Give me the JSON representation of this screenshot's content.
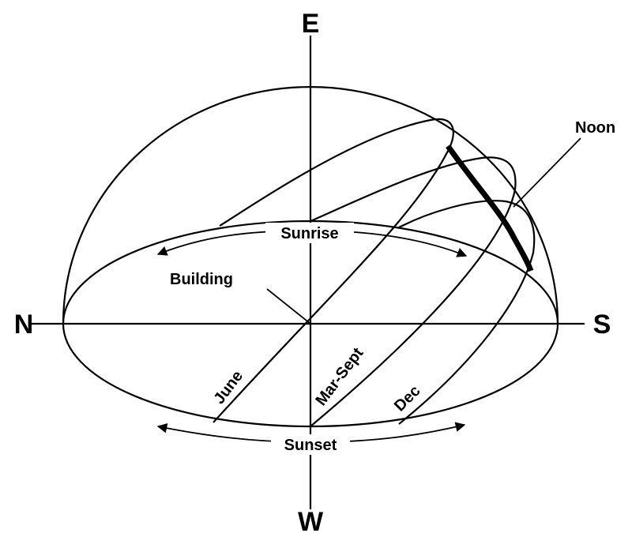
{
  "compass": {
    "north": "N",
    "east": "E",
    "south": "S",
    "west": "W"
  },
  "labels": {
    "noon": "Noon",
    "sunrise": "Sunrise",
    "sunset": "Sunset",
    "building": "Building",
    "june": "June",
    "mar_sept": "Mar-Sept",
    "dec": "Dec"
  }
}
